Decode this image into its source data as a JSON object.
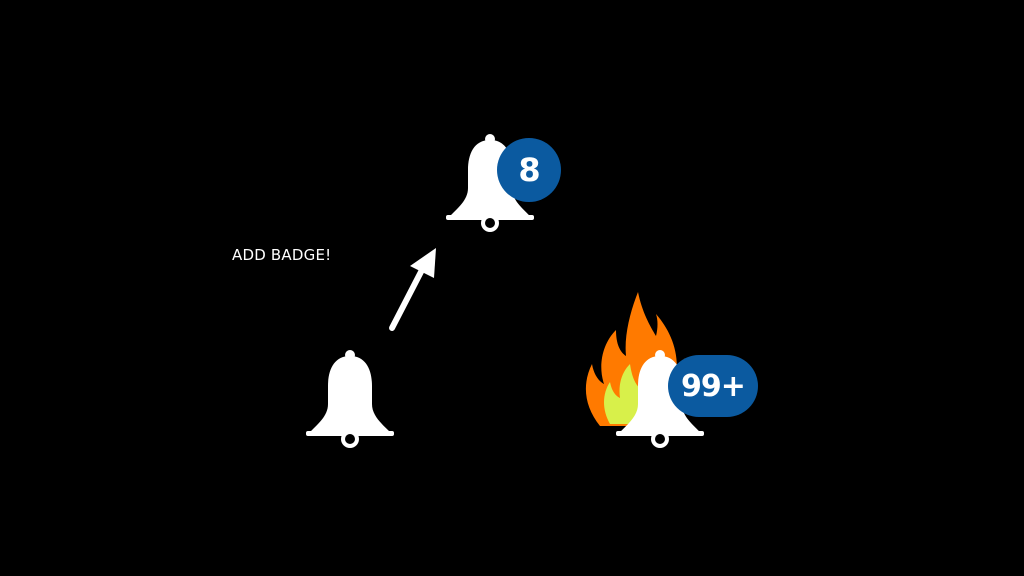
{
  "caption": "ADD BADGE!",
  "badges": {
    "small_count": "8",
    "large_count": "99+"
  },
  "colors": {
    "background": "#000000",
    "bell": "#ffffff",
    "badge": "#0b5aa0",
    "flame_outer": "#ff7a00",
    "flame_inner": "#d8f04a"
  },
  "icons": [
    "bell-icon",
    "bell-icon",
    "bell-icon",
    "arrow-icon",
    "flame-icon"
  ]
}
